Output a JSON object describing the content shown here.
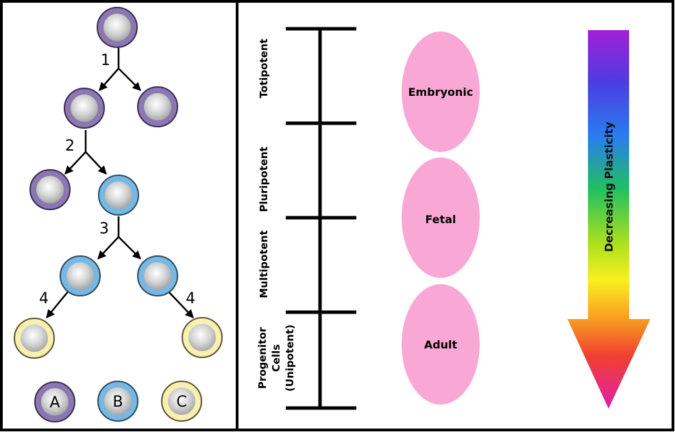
{
  "tree": {
    "step_labels": [
      "1",
      "2",
      "3",
      "4",
      "4"
    ],
    "legend": [
      "A",
      "B",
      "C"
    ],
    "colors": {
      "A": "#8c78b0",
      "B": "#78b8e0",
      "C": "#f8f0b0",
      "nucleus": "#d4d4d4"
    }
  },
  "potency": {
    "labels": {
      "totipotent": "Totipotent",
      "pluripotent": "Pluripotent",
      "multipotent": "Multipotent",
      "progenitor_line1": "Progenitor",
      "progenitor_line2": "Cells",
      "progenitor_line3": "(Unipotent)"
    }
  },
  "stages": {
    "embryonic": "Embryonic",
    "fetal": "Fetal",
    "adult": "Adult",
    "color": "#f9a8d6"
  },
  "arrow": {
    "label": "Decreasing Plasticity"
  }
}
